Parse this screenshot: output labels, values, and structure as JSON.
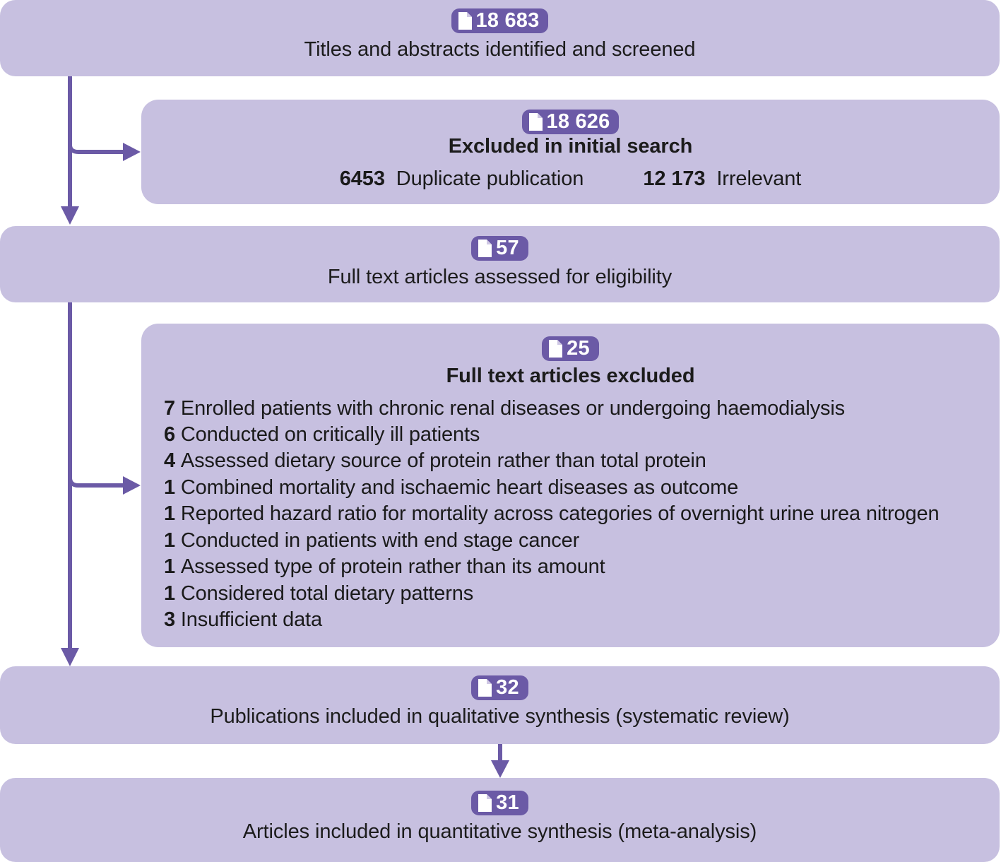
{
  "diagram": {
    "title": "PRISMA study selection flow diagram",
    "colors": {
      "box_fill": "#c7c0e0",
      "badge_fill": "#6b5aa6",
      "connector": "#6b5aa6",
      "text": "#1c1c1c",
      "page_background": "#ffffff"
    },
    "icon_name": "document-icon"
  },
  "nodes": {
    "screened": {
      "count": "18 683",
      "caption": "Titles and abstracts identified and screened"
    },
    "excluded_initial": {
      "count": "18 626",
      "heading": "Excluded in initial search",
      "reasons": [
        {
          "count": "6453",
          "label": "Duplicate publication"
        },
        {
          "count": "12 173",
          "label": "Irrelevant"
        }
      ]
    },
    "full_text_assessed": {
      "count": "57",
      "caption": "Full text articles assessed for eligibility"
    },
    "full_text_excluded": {
      "count": "25",
      "heading": "Full text articles excluded",
      "reasons": [
        {
          "count": "7",
          "label": "Enrolled patients with chronic renal diseases or undergoing haemodialysis"
        },
        {
          "count": "6",
          "label": "Conducted on critically ill patients"
        },
        {
          "count": "4",
          "label": "Assessed dietary source of protein rather than total protein"
        },
        {
          "count": "1",
          "label": "Combined mortality and ischaemic heart diseases as outcome"
        },
        {
          "count": "1",
          "label": "Reported hazard ratio for mortality across categories of overnight urine urea nitrogen"
        },
        {
          "count": "1",
          "label": "Conducted in patients with end stage cancer"
        },
        {
          "count": "1",
          "label": "Assessed type of protein rather than its amount"
        },
        {
          "count": "1",
          "label": "Considered total dietary patterns"
        },
        {
          "count": "3",
          "label": "Insufficient data"
        }
      ]
    },
    "qualitative": {
      "count": "32",
      "caption": "Publications included in qualitative synthesis (systematic review)"
    },
    "quantitative": {
      "count": "31",
      "caption": "Articles included in quantitative synthesis (meta-analysis)"
    }
  }
}
